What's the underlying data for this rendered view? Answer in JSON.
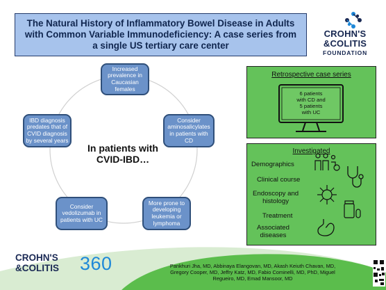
{
  "title": "The Natural History of Inflammatory Bowel Disease in Adults\nwith Common Variable Immunodeficiency: A case series from\na single US tertiary care center",
  "foundation_logo": {
    "line1": "CROHN'S",
    "line2": "&COLITIS",
    "line3": "FOUNDATION"
  },
  "cycle": {
    "center": "In patients with\nCVID-IBD…",
    "nodes": [
      "Increased\nprevalence in\nCaucasian\nfemales",
      "Consider\naminosalicylates\nin patients with\nCD",
      "More prone to\ndeveloping\nleukemia or\nlymphoma",
      "Consider\nvedolizumab in\npatients with UC",
      "IBD diagnosis\npredates that of\nCVID diagnosis\nby several years"
    ]
  },
  "retrospective": {
    "heading": "Retrospective case series",
    "screen_text": "6 patients\nwith CD and\n5 patients\nwith UC"
  },
  "investigated": {
    "heading": "Investigated",
    "items": [
      "Demographics",
      "Clinical course",
      "Endoscopy and\nhistology",
      "Treatment",
      "Associated\ndiseases"
    ],
    "icons": [
      "people-icon",
      "stethoscope-icon",
      "virus-icon",
      "pill-bottle-icon",
      "stomach-icon"
    ]
  },
  "bottom_logo": {
    "line1": "CROHN'S",
    "line2": "&COLITIS",
    "number": "360"
  },
  "authors": "Pankhuri Jha, MD, Abbinaya Elangovan, MD, Akash Keiuth Chavan, MD,\nGregory Cooper, MD, Jeffry Katz, MD, Fabio Cominelli, MD, PhD, Miguel\nRegueiro, MD, Emad Mansoor, MD",
  "colors": {
    "title_bg": "#a7c3ec",
    "node_fill": "#6b92c9",
    "green_panel": "#64c25a",
    "brand_navy": "#1b2a55",
    "brand_blue": "#1e88d8"
  }
}
